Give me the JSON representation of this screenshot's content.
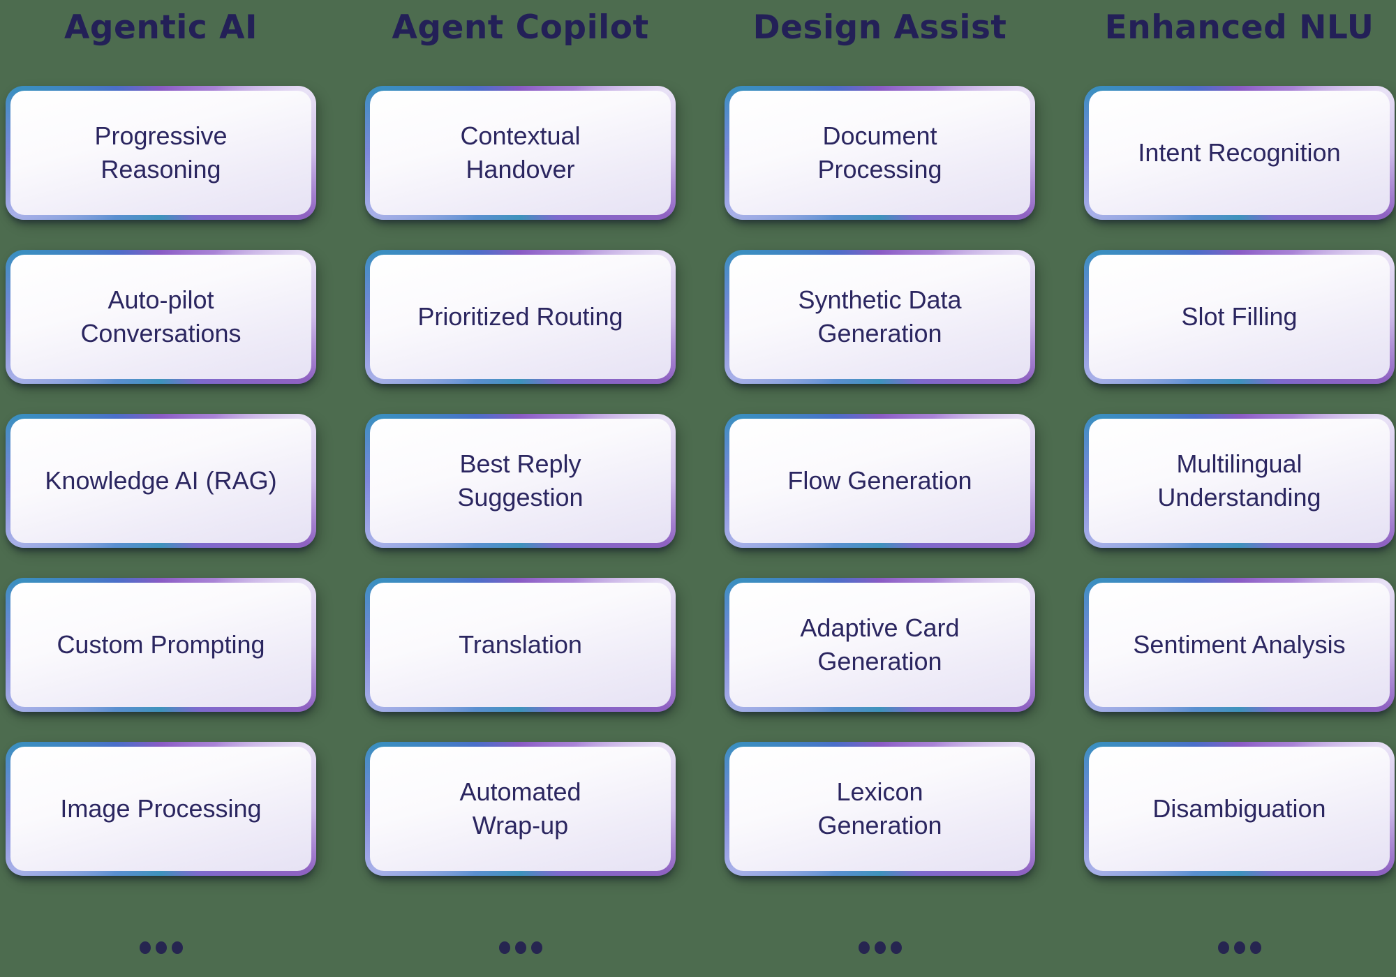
{
  "colors": {
    "background": "#4D6C4F",
    "heading_text": "#232057",
    "card_text": "#2B2660",
    "border_teal": "#3E93BC",
    "border_purple": "#8A5BC5",
    "border_periwinkle": "#7D88DC",
    "card_fill_top": "#FFFFFF",
    "card_fill_bottom": "#E6E2F4",
    "dots": "#262550"
  },
  "columns": [
    {
      "title": "Agentic AI",
      "items": [
        "Progressive\nReasoning",
        "Auto-pilot\nConversations",
        "Knowledge AI (RAG)",
        "Custom Prompting",
        "Image Processing"
      ],
      "more_icon": "three-dots-ellipsis"
    },
    {
      "title": "Agent Copilot",
      "items": [
        "Contextual\nHandover",
        "Prioritized Routing",
        "Best Reply\nSuggestion",
        "Translation",
        "Automated\nWrap-up"
      ],
      "more_icon": "three-dots-ellipsis"
    },
    {
      "title": "Design Assist",
      "items": [
        "Document\nProcessing",
        "Synthetic Data\nGeneration",
        "Flow Generation",
        "Adaptive Card\nGeneration",
        "Lexicon\nGeneration"
      ],
      "more_icon": "three-dots-ellipsis"
    },
    {
      "title": "Enhanced NLU",
      "items": [
        "Intent Recognition",
        "Slot Filling",
        "Multilingual\nUnderstanding",
        "Sentiment Analysis",
        "Disambiguation"
      ],
      "more_icon": "three-dots-ellipsis"
    }
  ]
}
